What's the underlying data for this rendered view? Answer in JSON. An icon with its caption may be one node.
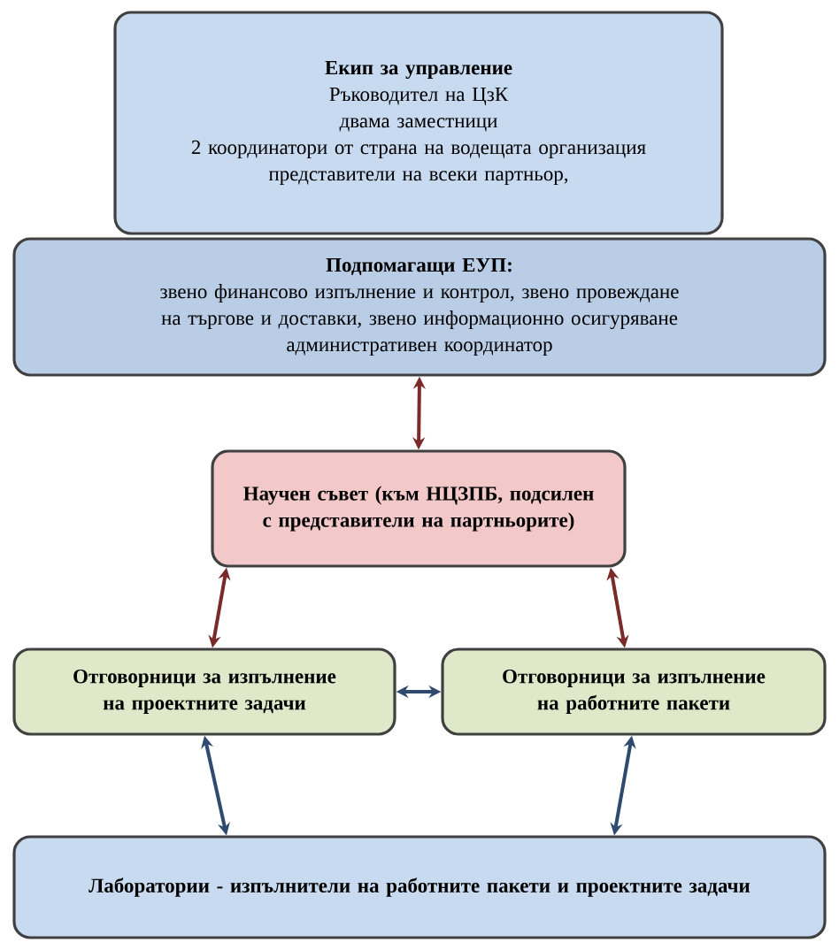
{
  "diagram": {
    "nodes": [
      {
        "text": [
          "Екип за управление",
          "Ръководител на ЦзК",
          "двама заместници",
          "2 координатори от страна на водещата организация",
          "представители на всеки партньор,"
        ]
      },
      {
        "text": [
          "Подпомагащи ЕУП:",
          "звено финансово изпълнение и контрол, звено провеждане на търгове и доставки, звено информационно осигуряване",
          "административен координатор"
        ]
      },
      {
        "text": [
          "Научен съвет (към НЦЗПБ, подсилен с представители на партньорите)"
        ]
      },
      {
        "text": [
          "Отговорници за изпълнение на проектните задачи"
        ]
      },
      {
        "text": [
          "Отговорници за изпълнение на работните пакети"
        ]
      },
      {
        "text": [
          "Лаборатории - изпълнители на работните пакети и проектните задачи"
        ]
      }
    ],
    "edges": [
      {
        "from": 1,
        "to": 2,
        "arrow": "both",
        "color": "#7b2a2a"
      },
      {
        "from": 2,
        "to": 3,
        "arrow": "both",
        "color": "#7b2a2a"
      },
      {
        "from": 2,
        "to": 4,
        "arrow": "both",
        "color": "#7b2a2a"
      },
      {
        "from": 3,
        "to": 4,
        "arrow": "both",
        "color": "#2e4a6e"
      },
      {
        "from": 3,
        "to": 5,
        "arrow": "both",
        "color": "#2e4a6e"
      },
      {
        "from": 4,
        "to": 5,
        "arrow": "both",
        "color": "#2e4a6e"
      }
    ]
  }
}
